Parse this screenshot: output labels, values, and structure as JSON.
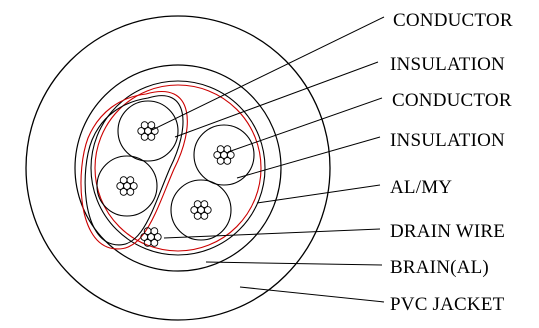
{
  "labels": {
    "conductor_outer": "CONDUCTOR",
    "insulation_outer": "INSULATION",
    "conductor_inner": "CONDUCTOR",
    "insulation_inner": "INSULATION",
    "al_my": "AL/MY",
    "drain_wire": "DRAIN WIRE",
    "brain_al": "BRAIN(AL)",
    "pvc_jacket": "PVC JACKET"
  },
  "colors": {
    "line": "#000000",
    "shield": "#cc0000",
    "background": "#ffffff"
  }
}
